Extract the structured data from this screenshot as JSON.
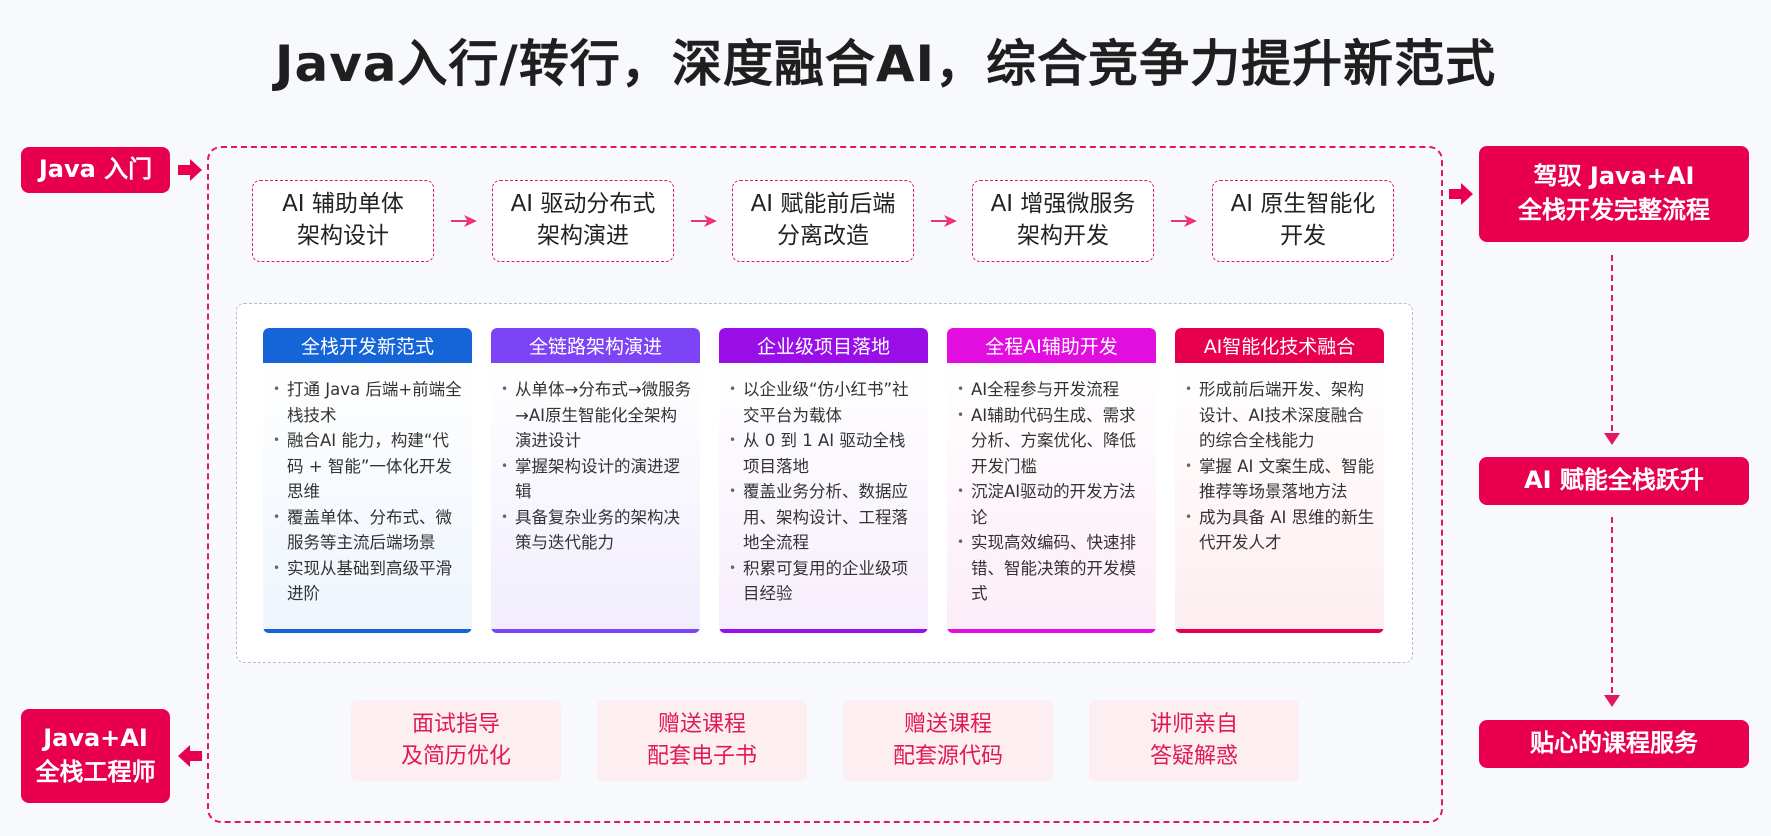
{
  "title": "Java入行/转行，深度融合AI，综合竞争力提升新范式",
  "left": {
    "start_label": "Java 入门",
    "end_label_lines": [
      "Java+AI",
      "全栈工程师"
    ]
  },
  "steps": [
    {
      "lines": [
        "AI 辅助单体",
        "架构设计"
      ]
    },
    {
      "lines": [
        "AI 驱动分布式",
        "架构演进"
      ]
    },
    {
      "lines": [
        "AI 赋能前后端",
        "分离改造"
      ]
    },
    {
      "lines": [
        "AI 增强微服务",
        "架构开发"
      ]
    },
    {
      "lines": [
        "AI 原生智能化",
        "开发"
      ]
    }
  ],
  "cards": [
    {
      "title": "全栈开发新范式",
      "color": "#1565d8",
      "bg": "#eef5fd",
      "bullets": [
        "打通 Java 后端+前端全栈技术",
        "融合AI 能力，构建“代码 + 智能”一体化开发思维",
        "覆盖单体、分布式、微服务等主流后端场景",
        "实现从基础到高级平滑进阶"
      ]
    },
    {
      "title": "全链路架构演进",
      "color": "#7c44f5",
      "bg": "#f1edfd",
      "bullets": [
        "从单体→分布式→微服务→AI原生智能化全架构演进设计",
        "掌握架构设计的演进逻辑",
        "具备复杂业务的架构决策与迭代能力"
      ]
    },
    {
      "title": "企业级项目落地",
      "color": "#9a0ee8",
      "bg": "#f6eefc",
      "bullets": [
        "以企业级“仿小红书”社交平台为载体",
        "从 0 到 1 AI 驱动全栈项目落地",
        "覆盖业务分析、数据应用、架构设计、工程落地全流程",
        "积累可复用的企业级项目经验"
      ]
    },
    {
      "title": "全程AI辅助开发",
      "color": "#e20ee0",
      "bg": "#fcedf8",
      "bullets": [
        "AI全程参与开发流程",
        "AI辅助代码生成、需求分析、方案优化、降低开发门槛",
        "沉淀AI驱动的开发方法论",
        "实现高效编码、快速排错、智能决策的开发模式"
      ]
    },
    {
      "title": "AI智能化技术融合",
      "color": "#e8004f",
      "bg": "#fdeef0",
      "bullets": [
        "形成前后端开发、架构设计、AI技术深度融合的综合全栈能力",
        "掌握 AI 文案生成、智能推荐等场景落地方法",
        "成为具备 AI 思维的新生代开发人才"
      ]
    }
  ],
  "services": [
    {
      "lines": [
        "面试指导",
        "及简历优化"
      ]
    },
    {
      "lines": [
        "赠送课程",
        "配套电子书"
      ]
    },
    {
      "lines": [
        "赠送课程",
        "配套源代码"
      ]
    },
    {
      "lines": [
        "讲师亲自",
        "答疑解惑"
      ]
    }
  ],
  "right": {
    "box1_lines": [
      "驾驭 Java+AI",
      "全栈开发完整流程"
    ],
    "box2_label": "AI 赋能全栈跃升",
    "box3_label": "贴心的课程服务"
  },
  "colors": {
    "accent": "#e8004f",
    "title": "#1f1f1f",
    "background": "#f7f9fc"
  }
}
